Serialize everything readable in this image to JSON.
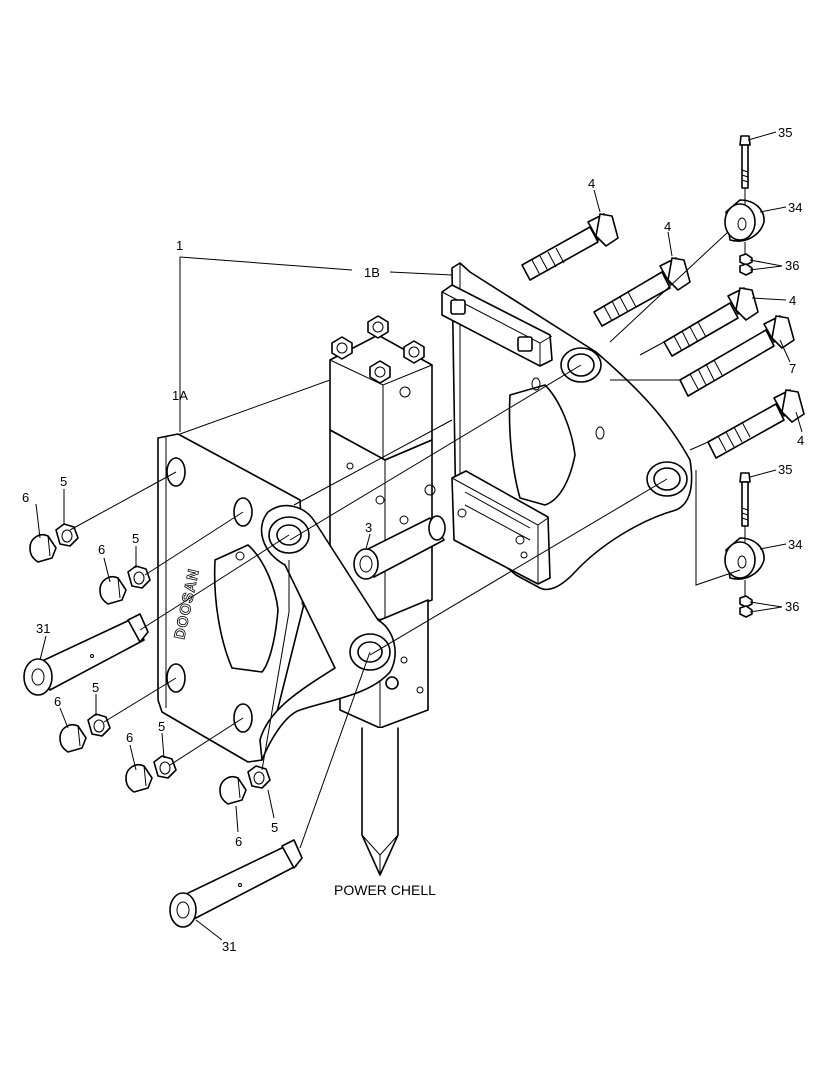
{
  "diagram": {
    "caption": "POWER CHELL",
    "logo_text": "DOOSAN",
    "callouts": {
      "c1": "1",
      "c1A": "1A",
      "c1B": "1B",
      "c3": "3",
      "c4a": "4",
      "c4b": "4",
      "c4c": "4",
      "c4d": "4",
      "c7": "7",
      "c35a": "35",
      "c34a": "34",
      "c36a": "36",
      "c35b": "35",
      "c34b": "34",
      "c36b": "36",
      "c5a": "5",
      "c6a": "6",
      "c5b": "5",
      "c6b": "6",
      "c31a": "31",
      "c6c": "6",
      "c5c": "5",
      "c6d": "6",
      "c5d": "5",
      "c5e": "5",
      "c6e": "6",
      "c31b": "31"
    }
  }
}
